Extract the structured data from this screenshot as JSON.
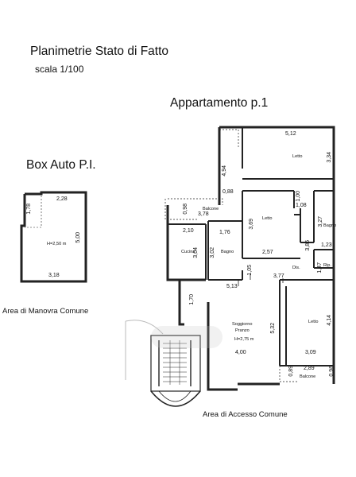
{
  "header": {
    "title": "Planimetrie Stato di Fatto",
    "scale": "scala 1/100"
  },
  "apartment": {
    "heading": "Appartamento p.1",
    "rooms": {
      "letto_top": "Letto",
      "balcone_top": "Balcone",
      "letto_mid": "Letto",
      "bagno_right": "Bagno",
      "cucina": "Cucina",
      "bagno_mid": "Bagno",
      "dis": "Dis.",
      "rip": "Rip.",
      "soggiorno": "Soggiorno",
      "pranzo": "Pranzo",
      "soggiorno_height": "H=2,75 m",
      "letto_bottom": "Letto",
      "balcone_bottom": "Balcone"
    },
    "dimensions": {
      "d512": "5,12",
      "d334": "3,34",
      "d494": "4,94",
      "d088": "0,88",
      "d100": "1,00",
      "d098": "0,98",
      "d378": "3,78",
      "d369": "3,69",
      "d108": "1,08",
      "d327": "3,27",
      "d210": "2,10",
      "d176": "1,76",
      "d304": "3,04",
      "d302": "3,02",
      "d257": "2,57",
      "d386": "3,86",
      "d123": "1,23",
      "d105": "1,05",
      "d147": "1,47",
      "d513": "5,13",
      "d377": "3,77",
      "d170": "1,70",
      "d532": "5,32",
      "d414": "4,14",
      "d309": "3,09",
      "d400": "4,00",
      "d089": "0,89",
      "d289": "2,89",
      "d098b": "0,98"
    },
    "caption": "Area di Accesso Comune"
  },
  "box": {
    "heading": "Box Auto P.I.",
    "height_label": "H=2,50 m",
    "dimensions": {
      "d228": "2,28",
      "d178": "1,78",
      "d500": "5,00",
      "d318": "3,18"
    },
    "caption": "Area di Manovra Comune"
  }
}
